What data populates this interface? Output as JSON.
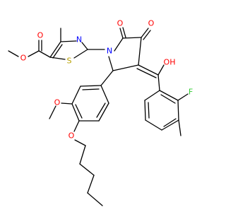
{
  "molecule": {
    "colors": {
      "bond": "#000000",
      "oxygen": "#ff0000",
      "nitrogen": "#0000ff",
      "sulfur": "#b8a000",
      "fluorine": "#33cc33"
    },
    "atom_labels": {
      "o_methoxy_ester": "O",
      "o_carbonyl_ester": "O",
      "n_thiazole": "N",
      "s_thiazole": "S",
      "n_pyrrolidine": "N",
      "o_ketone_top_left": "O",
      "o_ketone_top_right": "O",
      "o_hydroxyl": "OH",
      "o_methoxy_aryl": "O",
      "o_pentyloxy": "O",
      "f_fluoro": "F"
    }
  }
}
